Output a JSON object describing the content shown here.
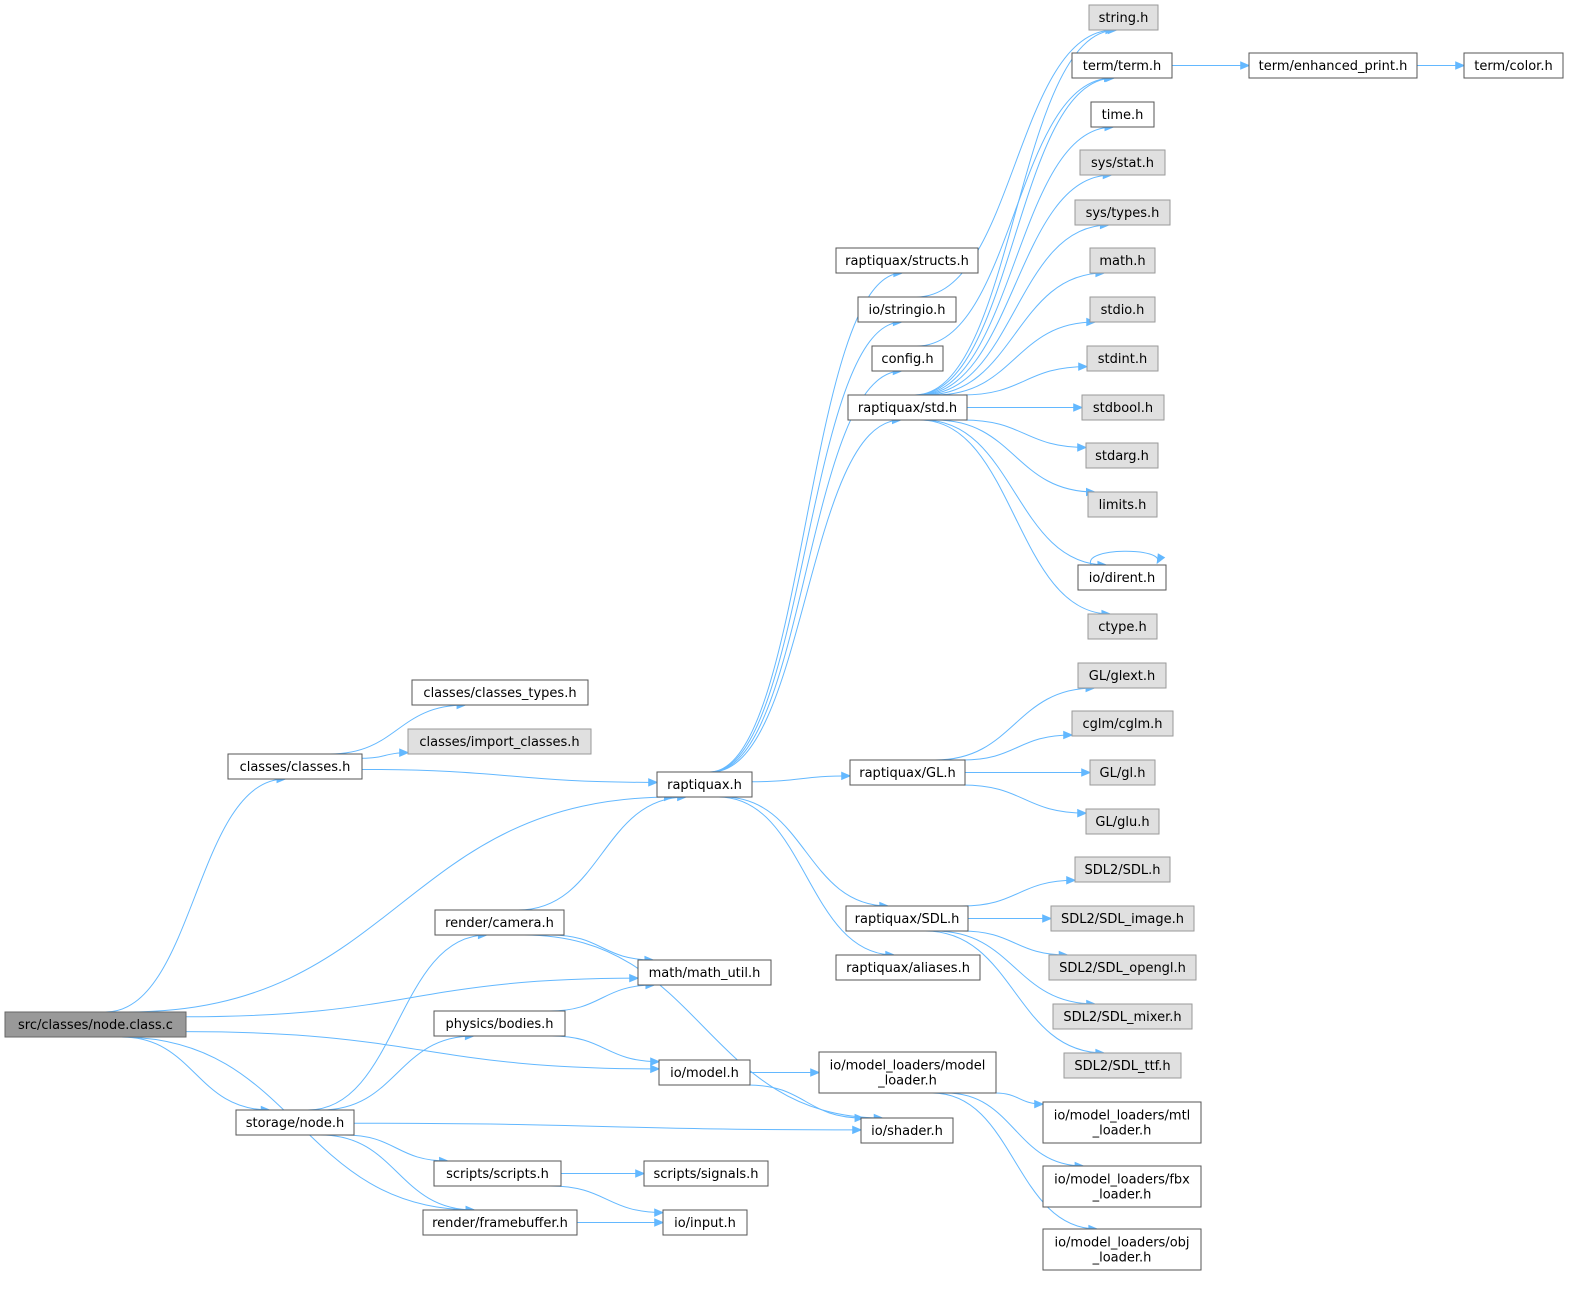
{
  "graph": {
    "colors": {
      "edge": "#63b8ff",
      "documented_fill": "#ffffff",
      "external_fill": "#e0e0e0",
      "root_fill": "#999999"
    },
    "nodes": [
      {
        "id": "root",
        "label": "src/classes/node.class.c",
        "kind": "root"
      },
      {
        "id": "classes",
        "label": "classes/classes.h",
        "kind": "doc"
      },
      {
        "id": "classes_types",
        "label": "classes/classes_types.h",
        "kind": "doc"
      },
      {
        "id": "import_classes",
        "label": "classes/import_classes.h",
        "kind": "ext"
      },
      {
        "id": "raptiquax",
        "label": "raptiquax.h",
        "kind": "doc"
      },
      {
        "id": "camera",
        "label": "render/camera.h",
        "kind": "doc"
      },
      {
        "id": "math_util",
        "label": "math/math_util.h",
        "kind": "doc"
      },
      {
        "id": "bodies",
        "label": "physics/bodies.h",
        "kind": "doc"
      },
      {
        "id": "node",
        "label": "storage/node.h",
        "kind": "doc"
      },
      {
        "id": "scripts",
        "label": "scripts/scripts.h",
        "kind": "doc"
      },
      {
        "id": "framebuffer",
        "label": "render/framebuffer.h",
        "kind": "doc"
      },
      {
        "id": "signals",
        "label": "scripts/signals.h",
        "kind": "doc"
      },
      {
        "id": "input",
        "label": "io/input.h",
        "kind": "doc"
      },
      {
        "id": "model",
        "label": "io/model.h",
        "kind": "doc"
      },
      {
        "id": "model_loader",
        "label": "io/model_loaders/model\n_loader.h",
        "kind": "doc"
      },
      {
        "id": "shader",
        "label": "io/shader.h",
        "kind": "doc"
      },
      {
        "id": "mtl_loader",
        "label": "io/model_loaders/mtl\n_loader.h",
        "kind": "doc"
      },
      {
        "id": "fbx_loader",
        "label": "io/model_loaders/fbx\n_loader.h",
        "kind": "doc"
      },
      {
        "id": "obj_loader",
        "label": "io/model_loaders/obj\n_loader.h",
        "kind": "doc"
      },
      {
        "id": "structs",
        "label": "raptiquax/structs.h",
        "kind": "doc"
      },
      {
        "id": "stringio",
        "label": "io/stringio.h",
        "kind": "doc"
      },
      {
        "id": "config",
        "label": "config.h",
        "kind": "doc"
      },
      {
        "id": "std",
        "label": "raptiquax/std.h",
        "kind": "doc"
      },
      {
        "id": "gl",
        "label": "raptiquax/GL.h",
        "kind": "doc"
      },
      {
        "id": "sdl",
        "label": "raptiquax/SDL.h",
        "kind": "doc"
      },
      {
        "id": "aliases",
        "label": "raptiquax/aliases.h",
        "kind": "doc"
      },
      {
        "id": "string",
        "label": "string.h",
        "kind": "ext"
      },
      {
        "id": "term",
        "label": "term/term.h",
        "kind": "doc"
      },
      {
        "id": "enhanced_print",
        "label": "term/enhanced_print.h",
        "kind": "doc"
      },
      {
        "id": "color",
        "label": "term/color.h",
        "kind": "doc"
      },
      {
        "id": "time",
        "label": "time.h",
        "kind": "doc"
      },
      {
        "id": "sys_stat",
        "label": "sys/stat.h",
        "kind": "ext"
      },
      {
        "id": "sys_types",
        "label": "sys/types.h",
        "kind": "ext"
      },
      {
        "id": "math",
        "label": "math.h",
        "kind": "ext"
      },
      {
        "id": "stdio",
        "label": "stdio.h",
        "kind": "ext"
      },
      {
        "id": "stdint",
        "label": "stdint.h",
        "kind": "ext"
      },
      {
        "id": "stdbool",
        "label": "stdbool.h",
        "kind": "ext"
      },
      {
        "id": "stdarg",
        "label": "stdarg.h",
        "kind": "ext"
      },
      {
        "id": "limits",
        "label": "limits.h",
        "kind": "ext"
      },
      {
        "id": "dirent",
        "label": "io/dirent.h",
        "kind": "doc"
      },
      {
        "id": "ctype",
        "label": "ctype.h",
        "kind": "ext"
      },
      {
        "id": "glext",
        "label": "GL/glext.h",
        "kind": "ext"
      },
      {
        "id": "cglm",
        "label": "cglm/cglm.h",
        "kind": "ext"
      },
      {
        "id": "gl_gl",
        "label": "GL/gl.h",
        "kind": "ext"
      },
      {
        "id": "glu",
        "label": "GL/glu.h",
        "kind": "ext"
      },
      {
        "id": "sdl2",
        "label": "SDL2/SDL.h",
        "kind": "ext"
      },
      {
        "id": "sdl_image",
        "label": "SDL2/SDL_image.h",
        "kind": "ext"
      },
      {
        "id": "sdl_opengl",
        "label": "SDL2/SDL_opengl.h",
        "kind": "ext"
      },
      {
        "id": "sdl_mixer",
        "label": "SDL2/SDL_mixer.h",
        "kind": "ext"
      },
      {
        "id": "sdl_ttf",
        "label": "SDL2/SDL_ttf.h",
        "kind": "ext"
      }
    ],
    "edges": [
      [
        "root",
        "classes"
      ],
      [
        "root",
        "raptiquax"
      ],
      [
        "root",
        "math_util"
      ],
      [
        "root",
        "model"
      ],
      [
        "root",
        "node"
      ],
      [
        "root",
        "framebuffer"
      ],
      [
        "classes",
        "classes_types"
      ],
      [
        "classes",
        "import_classes"
      ],
      [
        "classes",
        "raptiquax"
      ],
      [
        "camera",
        "raptiquax"
      ],
      [
        "camera",
        "math_util"
      ],
      [
        "camera",
        "shader"
      ],
      [
        "bodies",
        "math_util"
      ],
      [
        "bodies",
        "model"
      ],
      [
        "node",
        "camera"
      ],
      [
        "node",
        "bodies"
      ],
      [
        "node",
        "shader"
      ],
      [
        "node",
        "scripts"
      ],
      [
        "node",
        "framebuffer"
      ],
      [
        "scripts",
        "signals"
      ],
      [
        "scripts",
        "input"
      ],
      [
        "framebuffer",
        "input"
      ],
      [
        "model",
        "model_loader"
      ],
      [
        "model",
        "shader"
      ],
      [
        "model_loader",
        "mtl_loader"
      ],
      [
        "model_loader",
        "fbx_loader"
      ],
      [
        "model_loader",
        "obj_loader"
      ],
      [
        "raptiquax",
        "structs"
      ],
      [
        "raptiquax",
        "stringio"
      ],
      [
        "raptiquax",
        "config"
      ],
      [
        "raptiquax",
        "std"
      ],
      [
        "raptiquax",
        "gl"
      ],
      [
        "raptiquax",
        "sdl"
      ],
      [
        "raptiquax",
        "aliases"
      ],
      [
        "stringio",
        "string"
      ],
      [
        "config",
        "term"
      ],
      [
        "term",
        "enhanced_print"
      ],
      [
        "enhanced_print",
        "color"
      ],
      [
        "std",
        "string"
      ],
      [
        "std",
        "term"
      ],
      [
        "std",
        "time"
      ],
      [
        "std",
        "sys_stat"
      ],
      [
        "std",
        "sys_types"
      ],
      [
        "std",
        "math"
      ],
      [
        "std",
        "stdio"
      ],
      [
        "std",
        "stdint"
      ],
      [
        "std",
        "stdbool"
      ],
      [
        "std",
        "stdarg"
      ],
      [
        "std",
        "limits"
      ],
      [
        "std",
        "dirent"
      ],
      [
        "std",
        "ctype"
      ],
      [
        "dirent",
        "dirent"
      ],
      [
        "gl",
        "glext"
      ],
      [
        "gl",
        "cglm"
      ],
      [
        "gl",
        "gl_gl"
      ],
      [
        "gl",
        "glu"
      ],
      [
        "sdl",
        "sdl2"
      ],
      [
        "sdl",
        "sdl_image"
      ],
      [
        "sdl",
        "sdl_opengl"
      ],
      [
        "sdl",
        "sdl_mixer"
      ],
      [
        "sdl",
        "sdl_ttf"
      ]
    ]
  }
}
